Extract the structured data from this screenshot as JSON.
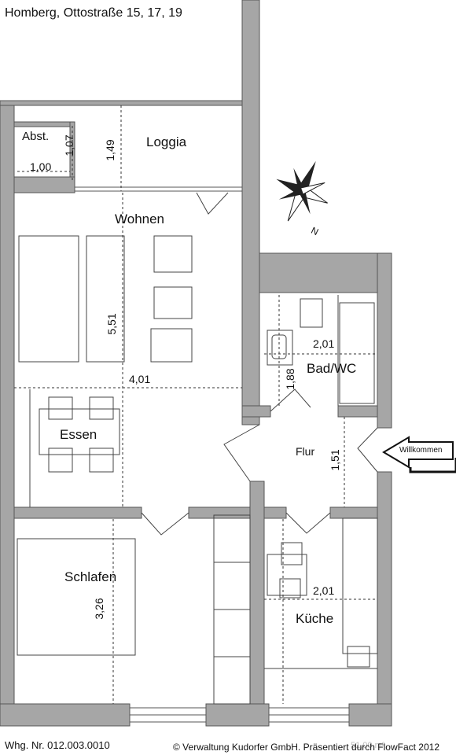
{
  "header": {
    "address": "Homberg, Ottostraße 15, 17, 19"
  },
  "rooms": {
    "abst": "Abst.",
    "loggia": "Loggia",
    "wohnen": "Wohnen",
    "essen": "Essen",
    "bad": "Bad/WC",
    "flur": "Flur",
    "schlafen": "Schlafen",
    "kueche": "Küche"
  },
  "dimensions": {
    "abst_width": "1,00",
    "abst_depth": "1,07",
    "loggia_depth": "1,49",
    "wohnen_length": "5,51",
    "wohnen_width": "4,01",
    "bad_width": "2,01",
    "bad_depth": "1,88",
    "flur_depth": "1,51",
    "schlafen_depth": "3,26",
    "kueche_width": "2,01"
  },
  "entrance": {
    "label": "Willkommen"
  },
  "compass": {
    "north": "N"
  },
  "footer": {
    "unit_number": "Whg. Nr. 012.003.0010",
    "copyright": "© Verwaltung Kudorfer GmbH. Präsentiert durch FlowFact 2012",
    "area_fragment": "51,00 m²"
  },
  "colors": {
    "wall": "#a6a6a6",
    "wall_edge": "#555555",
    "background": "#ffffff"
  }
}
